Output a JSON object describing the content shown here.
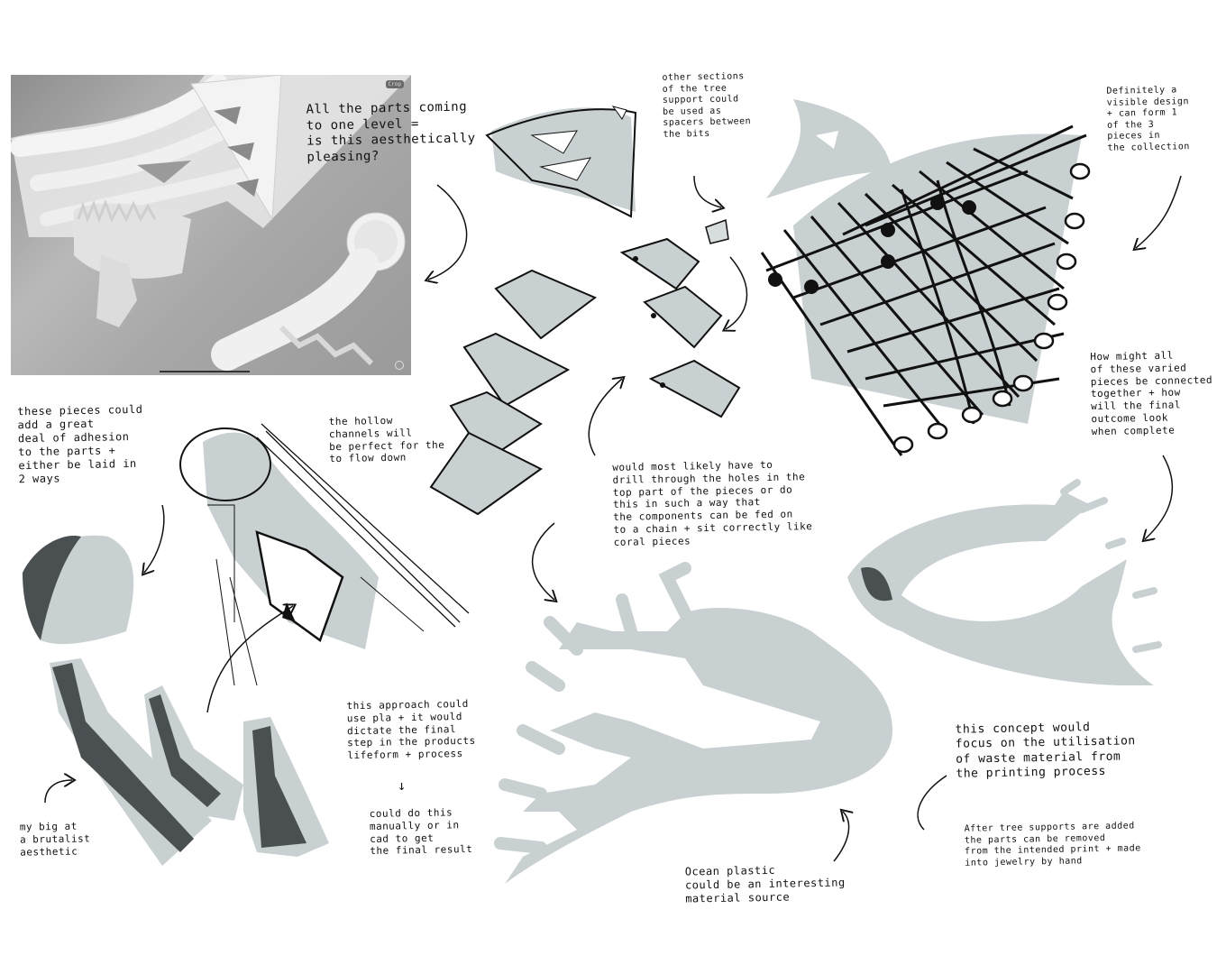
{
  "photo": {
    "crop_label": "Crop"
  },
  "notes": {
    "aesthetics": "All the parts coming\nto one level =\nis this aesthetically\npleasing?",
    "other_sections": "other sections\nof the tree\nsupport could\nbe used as\nspacers between\nthe bits",
    "definitely": "Definitely a\nvisible design\n+ can form 1\nof the 3\npieces in\nthe collection",
    "adhesion": "these pieces could\nadd a great\ndeal of adhesion\nto the parts +\neither be laid in\n2 ways",
    "hollow": "the hollow\nchannels will\nbe perfect for the\nto flow down",
    "drill": "would most likely have to\ndrill through the holes in the\ntop part of the pieces or do\nthis in such a way that\nthe components can be fed on\nto a chain + sit correctly like\ncoral pieces",
    "connected": "How might all\nof these varied\npieces be connected\ntogether + how\nwill the final\noutcome look\nwhen complete",
    "approach": "this approach could\nuse pla + it would\ndictate the final\nstep in the products\nlifeform + process",
    "arrow_down": "↓",
    "manually": "could do this\nmanually or in\ncad to get\nthe final result",
    "brutalist": "my big at\na brutalist\naesthetic",
    "ocean": "Ocean plastic\ncould be an interesting\nmaterial source",
    "waste": "this concept would\nfocus on the utilisation\nof waste material from\nthe printing process",
    "after_supports": "After tree supports are added\nthe parts can be removed\nfrom the intended print + made\ninto jewelry by hand"
  }
}
